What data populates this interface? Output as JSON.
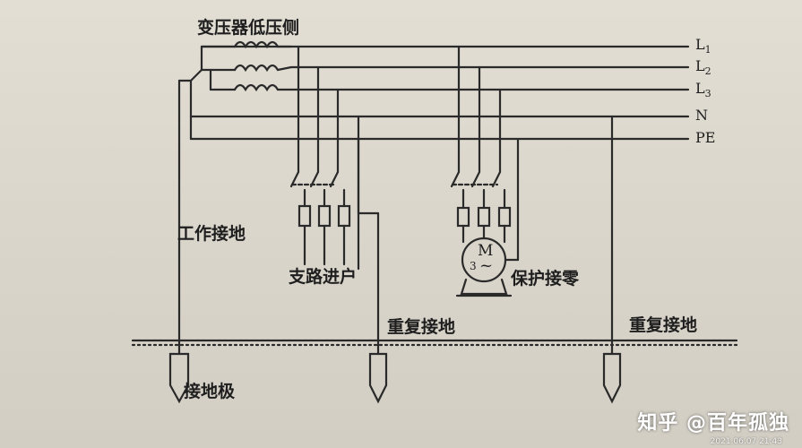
{
  "labels": {
    "transformer": "变压器低压侧",
    "work_ground": "工作接地",
    "branch_entry": "支路进户",
    "protective_zero": "保护接零",
    "repeat_ground_1": "重复接地",
    "repeat_ground_2": "重复接地",
    "ground_electrode": "接地极"
  },
  "conductors": {
    "l1": "L",
    "l1_sub": "1",
    "l2": "L",
    "l2_sub": "2",
    "l3": "L",
    "l3_sub": "3",
    "n": "N",
    "pe": "PE"
  },
  "motor": {
    "letter": "M",
    "phase": "3",
    "symbol": "~"
  },
  "watermark": "知乎 @百年孤独",
  "timestamp": "2021.06.07 21:43",
  "colors": {
    "ink": "#2a2a2a",
    "paper": "#ddd9cf"
  }
}
